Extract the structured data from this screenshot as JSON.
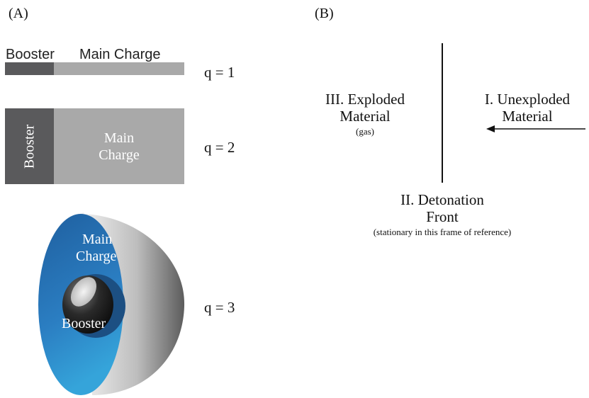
{
  "panels": {
    "a": "(A)",
    "b": "(B)"
  },
  "q_labels": {
    "one": "q = 1",
    "two": "q = 2",
    "three": "q = 3"
  },
  "rod": {
    "booster": "Booster",
    "main": "Main Charge"
  },
  "slab": {
    "booster": "Booster",
    "main_line1": "Main",
    "main_line2": "Charge"
  },
  "sphere": {
    "main_line1": "Main",
    "main_line2": "Charge",
    "booster": "Booster"
  },
  "detonation": {
    "exploded_line1": "III. Exploded",
    "exploded_line2": "Material",
    "exploded_note": "(gas)",
    "unexploded_line1": "I. Unexploded",
    "unexploded_line2": "Material",
    "front_line1": "II. Detonation",
    "front_line2": "Front",
    "front_note": "(stationary in this frame of reference)"
  },
  "colors": {
    "booster": "#5a5a5c",
    "main_charge": "#a9a9a9",
    "sphere_blue": "#2f7fbf",
    "line": "#111111"
  }
}
